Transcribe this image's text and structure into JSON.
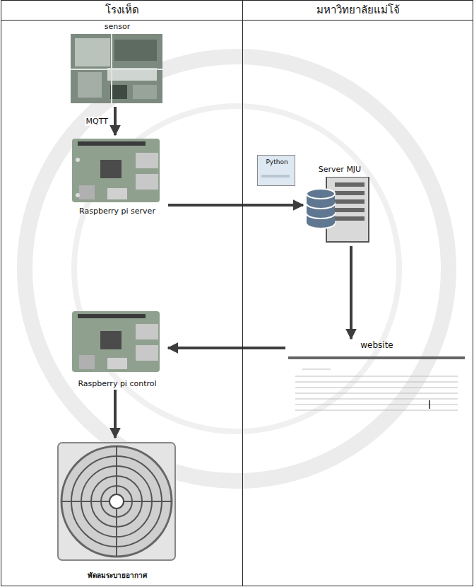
{
  "diagram": {
    "nodes": [
      {
        "text": [
          "โรงเห็ด"
        ]
      },
      {
        "text": [
          "มหาวิทยาลัยแม่โจ้"
        ]
      },
      {
        "text": [
          "sensor"
        ],
        "in": 0
      },
      {
        "text": [
          "Raspberry pi server"
        ],
        "in": 0
      },
      {
        "text": [
          "Raspberry pi control"
        ],
        "in": 0
      },
      {
        "text": [
          "พัดลมระบายอากาศ"
        ],
        "in": 0
      },
      {
        "text": [
          "Python"
        ],
        "in": 1
      },
      {
        "text": [
          "Server MJU"
        ],
        "in": 1
      },
      {
        "text": [
          "website"
        ],
        "in": 1
      }
    ],
    "edges": [
      {
        "from": 2,
        "to": 3,
        "arrow": "to",
        "label": "MQTT"
      },
      {
        "from": 3,
        "to": 7,
        "arrow": "to"
      },
      {
        "from": 7,
        "to": 8,
        "arrow": "to"
      },
      {
        "from": 8,
        "to": 4,
        "arrow": "to"
      },
      {
        "from": 4,
        "to": 5,
        "arrow": "to"
      }
    ]
  }
}
